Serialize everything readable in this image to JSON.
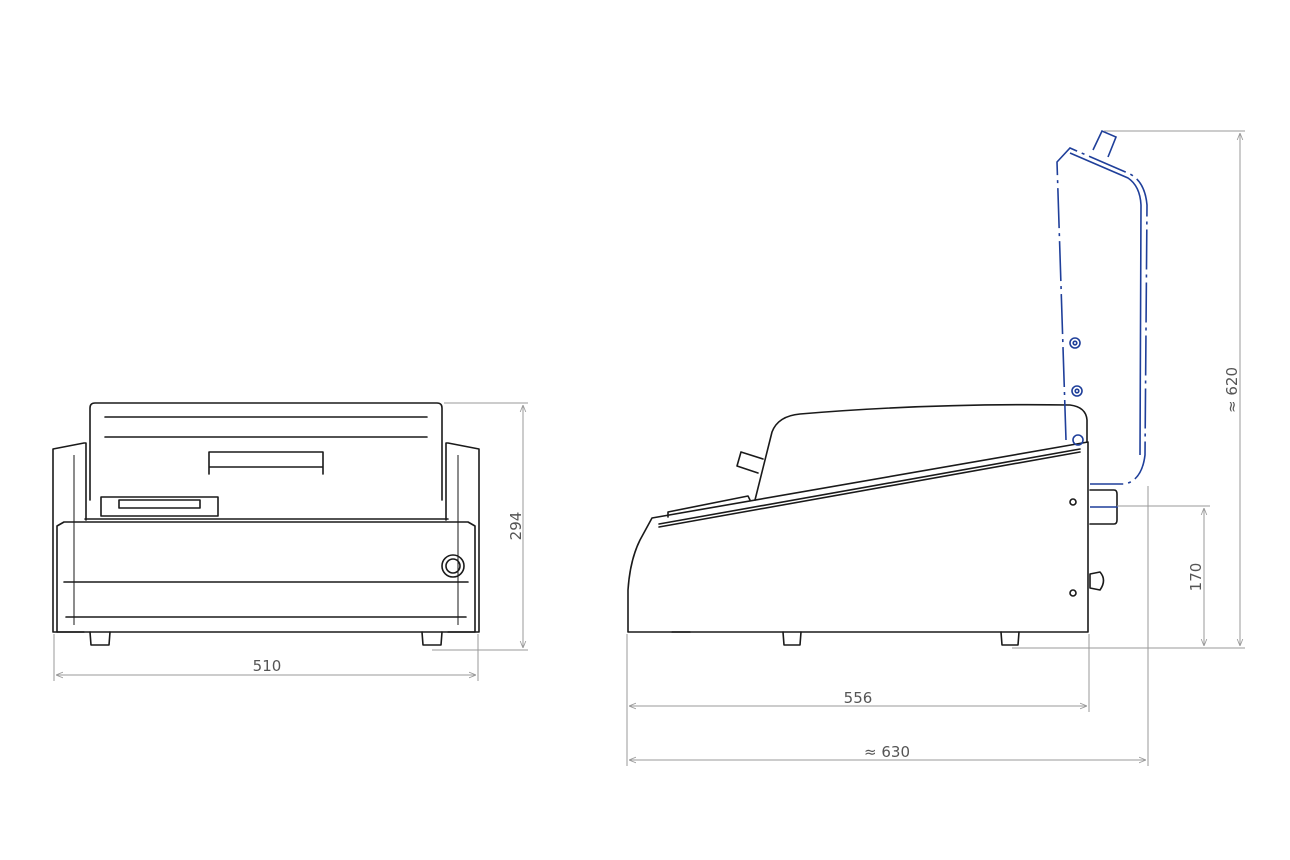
{
  "dimensions": {
    "front_width": "510",
    "front_height": "294",
    "side_length": "556",
    "side_overall_length": "≈ 630",
    "connector_height": "170",
    "open_height": "≈ 620"
  },
  "colors": {
    "outline": "#1a1a1a",
    "open_lid": "#1f3f9a",
    "dimension": "#9a9a9a"
  }
}
